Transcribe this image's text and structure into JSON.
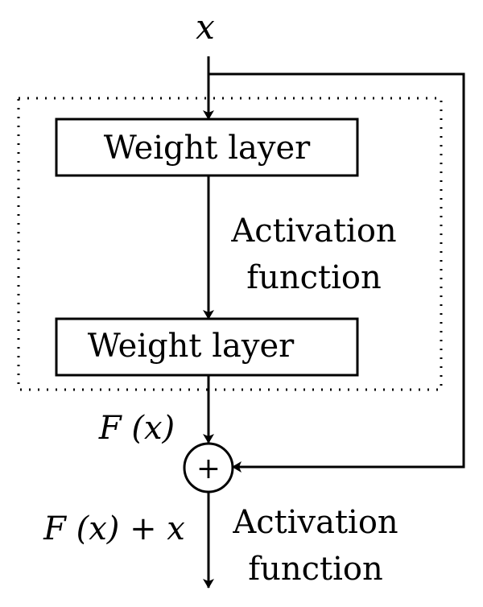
{
  "diagram": {
    "input_label": "x",
    "block1_label": "Weight layer",
    "block2_label": "Weight layer",
    "activation1_line1": "Activation",
    "activation1_line2": "function",
    "fx_label": "F (x)",
    "sum_symbol": "+",
    "output_label": "F (x) + x",
    "activation2_line1": "Activation",
    "activation2_line2": "function"
  }
}
